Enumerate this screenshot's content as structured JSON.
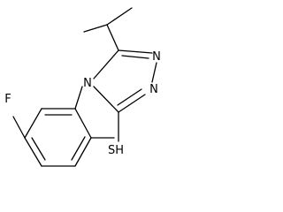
{
  "structure": {
    "atom_labels": {
      "fluorine": "F",
      "ring_nitrogen_1": "N",
      "ring_nitrogen_2": "N",
      "ring_nitrogen_4": "N",
      "thiol": "SH"
    },
    "colors": {
      "line": "#000000",
      "background": "#ffffff"
    }
  }
}
